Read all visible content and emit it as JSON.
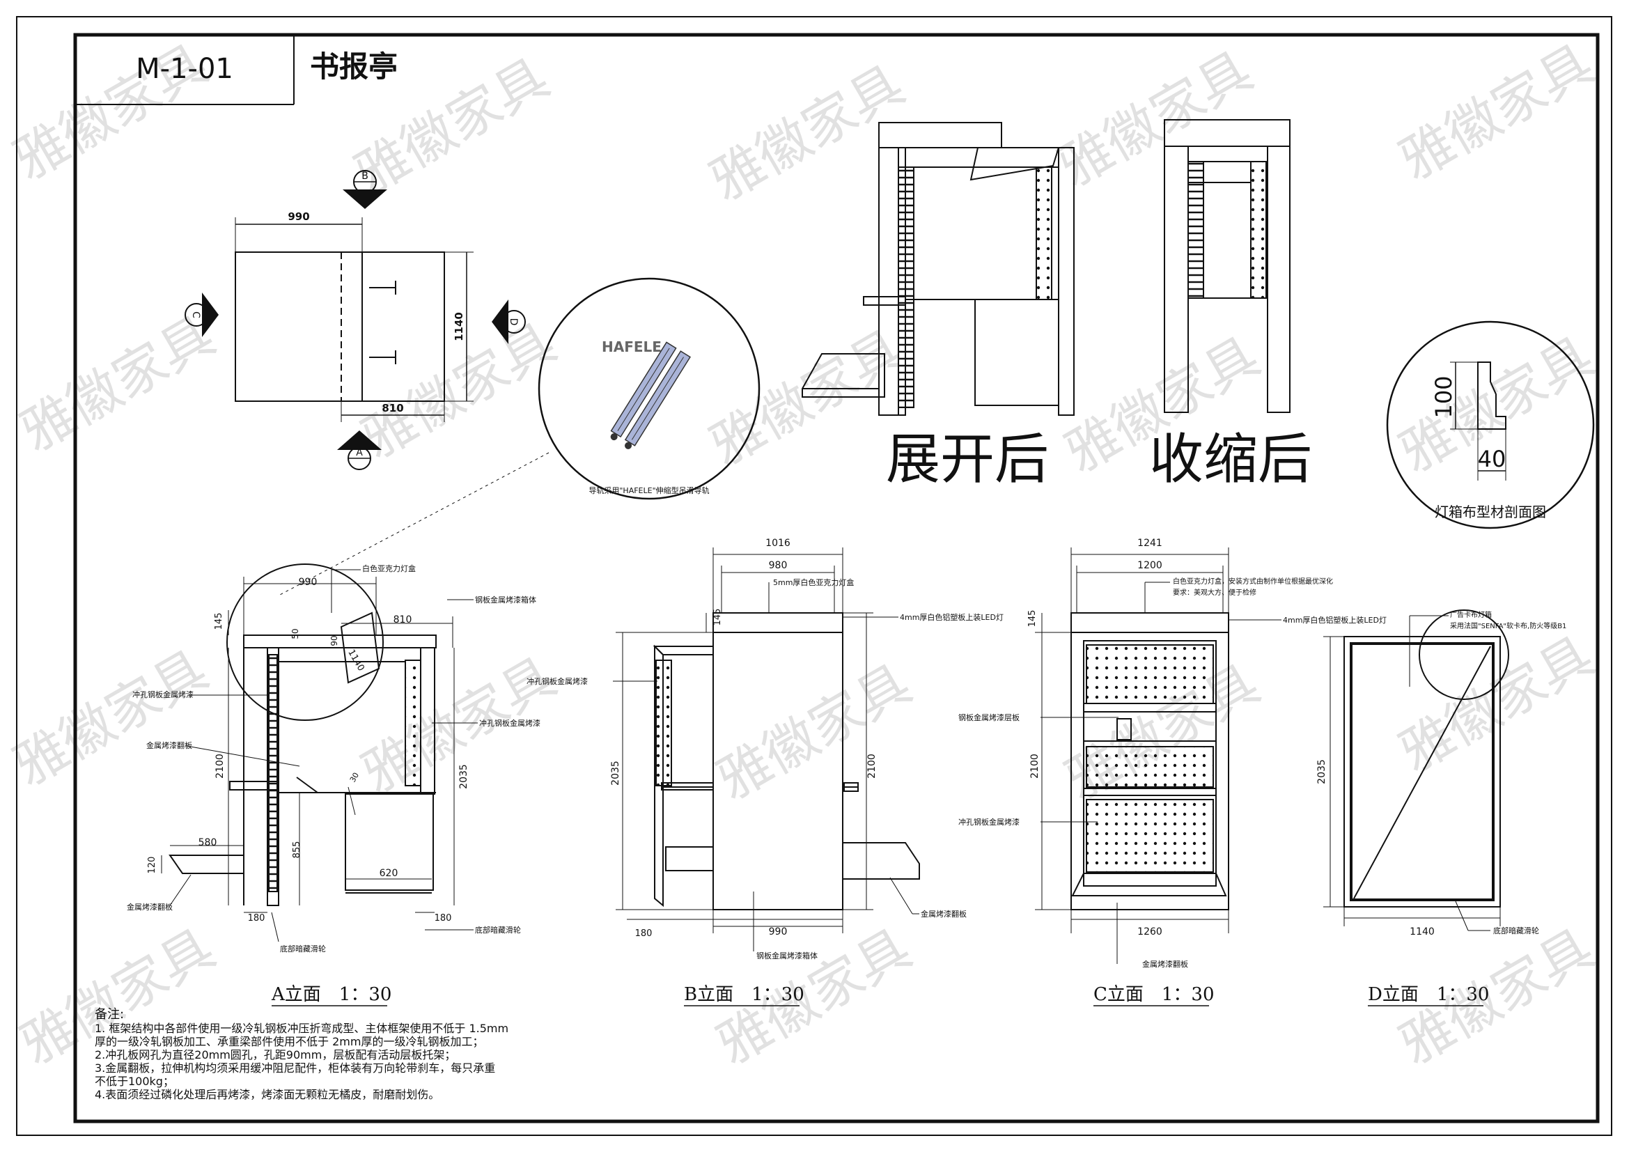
{
  "title_block": {
    "code": "M-1-01",
    "name": "书报亭"
  },
  "watermark": "雅徽家具",
  "plan": {
    "top_width": "990",
    "bottom_width": "810",
    "depth": "1140",
    "markers": {
      "b": "B",
      "c": "C",
      "d": "D",
      "a": "A"
    }
  },
  "detail": {
    "brand": "HAFELE",
    "caption": "导轨采用\"HAFELE\"伸缩型吊滑导轨"
  },
  "perspective": {
    "expanded": "展开后",
    "retracted": "收缩后"
  },
  "profile": {
    "h": "100",
    "w": "40",
    "caption": "灯箱布型材剖面图"
  },
  "elev_a": {
    "dims": {
      "d990": "990",
      "d810": "810",
      "d145": "145",
      "d50": "50",
      "d90": "90",
      "d1140": "1140",
      "d2100": "2100",
      "d2035": "2035",
      "d580": "580",
      "d120": "120",
      "d855": "855",
      "d620": "620",
      "d180a": "180",
      "d180b": "180",
      "d30": "30"
    },
    "labels": {
      "l1": "白色亚克力灯盒",
      "l2": "钢板金属烤漆箱体",
      "l3": "冲孔钢板金属烤漆",
      "l4": "冲孔钢板金属烤漆",
      "l5": "金属烤漆翻板",
      "l6": "金属烤漆翻板",
      "l7": "底部暗藏滑轮",
      "l8": "底部暗藏滑轮"
    },
    "caption": "A立面　1：30"
  },
  "elev_b": {
    "dims": {
      "d1016": "1016",
      "d980": "980",
      "d145": "145",
      "d2035": "2035",
      "d2100": "2100",
      "d180": "180",
      "d990": "990"
    },
    "labels": {
      "l1": "5mm厚白色亚克力灯盒",
      "l2": "4mm厚白色铝塑板上装LED灯",
      "l3": "冲孔钢板金属烤漆",
      "l4": "金属烤漆翻板",
      "l5": "钢板金属烤漆箱体"
    },
    "caption": "B立面　1：30"
  },
  "elev_c": {
    "dims": {
      "d1241": "1241",
      "d1200": "1200",
      "d145": "145",
      "d2100": "2100",
      "d1260": "1260"
    },
    "labels": {
      "l1": "白色亚克力灯盒，安装方式由制作单位根据最优深化",
      "l1b": "要求：美观大方、便于检修",
      "l2": "4mm厚白色铝塑板上装LED灯",
      "l3": "钢板金属烤漆层板",
      "l4": "冲孔钢板金属烤漆",
      "l5": "金属烤漆翻板"
    },
    "caption": "C立面　1：30"
  },
  "elev_d": {
    "dims": {
      "d2035": "2035",
      "d1140": "1140"
    },
    "labels": {
      "l1": "广告卡布灯箱",
      "l1b": "采用法国\"SENFA\"软卡布,防火等级B1",
      "l2": "底部暗藏滑轮"
    },
    "caption": "D立面　1：30"
  },
  "notes": {
    "heading": "备注:",
    "lines": [
      "1. 框架结构中各部件使用一级冷轧钢板冲压折弯成型、主体框架使用不低于 1.5mm",
      "厚的一级冷轧钢板加工、承重梁部件使用不低于 2mm厚的一级冷轧钢板加工；",
      "2.冲孔板网孔为直径20mm圆孔，孔距90mm，层板配有活动层板托架；",
      "3.金属翻板，拉伸机构均须采用缓冲阻尼配件，柜体装有万向轮带刹车，每只承重",
      "不低于100kg；",
      "4.表面须经过磷化处理后再烤漆，烤漆面无颗粒无橘皮，耐磨耐划伤。"
    ]
  }
}
